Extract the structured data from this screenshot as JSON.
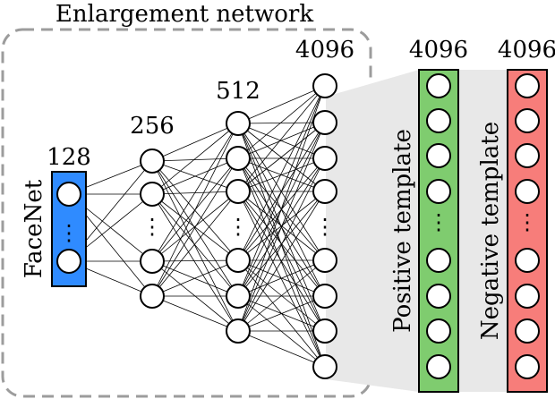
{
  "title": "Enlargement network",
  "input": {
    "label": "FaceNet",
    "size": "128",
    "color": "#2f8bff"
  },
  "layers": [
    {
      "size": "256"
    },
    {
      "size": "512"
    },
    {
      "size": "4096"
    }
  ],
  "templates": [
    {
      "name": "Positive template",
      "size": "4096",
      "color": "#7fcc6f"
    },
    {
      "name": "Negative template",
      "size": "4096",
      "color": "#f77d7a"
    }
  ],
  "ellipsis": "⋮",
  "colors": {
    "frame": "#9c9c9c",
    "shade": "#e8e8e8",
    "ink": "#000000"
  }
}
